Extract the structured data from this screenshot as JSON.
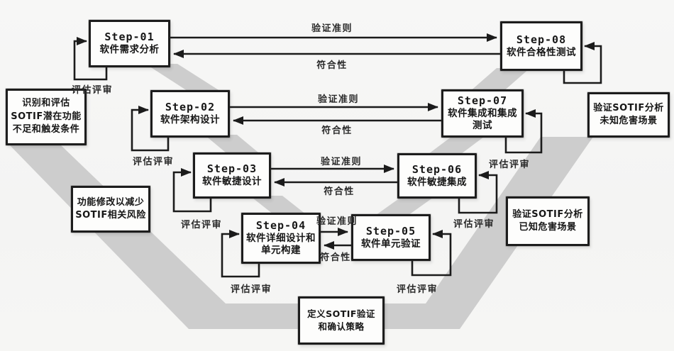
{
  "labels": {
    "verify_criteria": "验证准则",
    "compliance": "符合性",
    "review": "评估评审"
  },
  "steps": [
    {
      "id": "Step-01",
      "title": "软件需求分析"
    },
    {
      "id": "Step-02",
      "title": "软件架构设计"
    },
    {
      "id": "Step-03",
      "title": "软件敏捷设计"
    },
    {
      "id": "Step-04",
      "title": "软件详细设计和\n单元构建"
    },
    {
      "id": "Step-05",
      "title": "软件单元验证"
    },
    {
      "id": "Step-06",
      "title": "软件敏捷集成"
    },
    {
      "id": "Step-07",
      "title": "软件集成和集成\n测试"
    },
    {
      "id": "Step-08",
      "title": "软件合格性测试"
    }
  ],
  "annotations": {
    "identify": "识别和评估\nSOTIF潜在功能\n不足和触发条件",
    "modify": "功能修改以减少\nSOTIF相关风险",
    "verify_unknown": "验证SOTIF分析\n未知危害场景",
    "verify_known": "验证SOTIF分析\n已知危害场景",
    "define_strategy": "定义SOTIF验证\n和确认策略"
  },
  "colors": {
    "band": "#cdcdcd",
    "line": "#1b1b1b",
    "box_background": "#fdfdfc"
  }
}
